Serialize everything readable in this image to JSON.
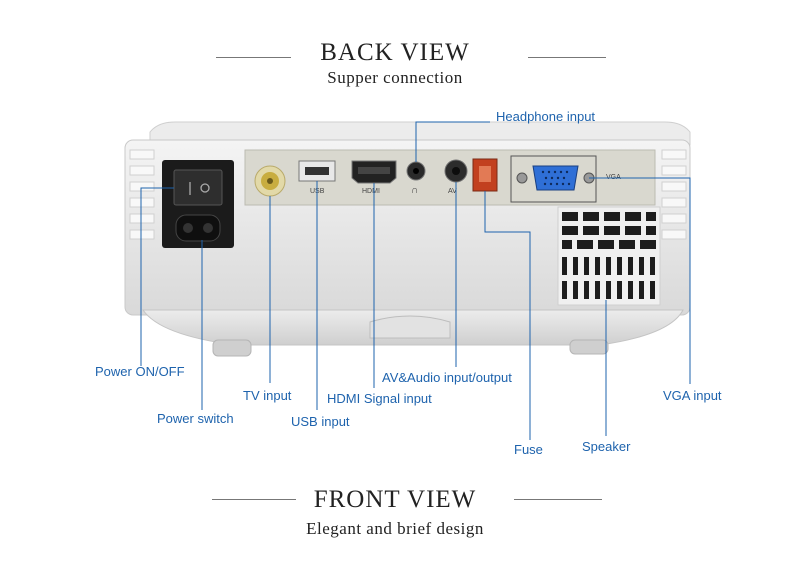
{
  "header": {
    "title": "BACK VIEW",
    "subtitle": "Supper connection"
  },
  "footer": {
    "title": "FRONT VIEW",
    "subtitle": "Elegant and brief design"
  },
  "ports": {
    "usb": "USB",
    "hdmi": "HDMI",
    "av": "AV",
    "vga": "VGA"
  },
  "callouts": {
    "headphone": "Headphone input",
    "power_onoff": "Power ON/OFF",
    "power_switch": "Power switch",
    "tv": "TV input",
    "usb": "USB input",
    "hdmi": "HDMI Signal input",
    "av_audio": "AV&Audio input/output",
    "fuse": "Fuse",
    "speaker": "Speaker",
    "vga": "VGA input"
  },
  "colors": {
    "callout": "#1e63ad",
    "heading": "#222222",
    "body": "#e9e9e9"
  }
}
